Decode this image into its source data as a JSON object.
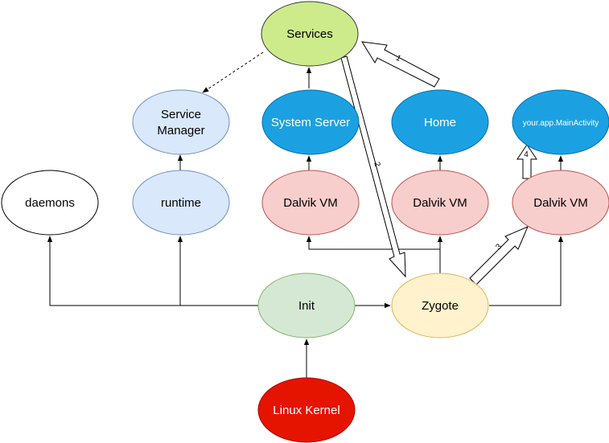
{
  "nodes": {
    "services": {
      "label": "Services",
      "fill": "#cdeb8b",
      "stroke": "#36393d"
    },
    "service_manager": {
      "label_line1": "Service",
      "label_line2": "Manager",
      "fill": "#dae8fc",
      "stroke": "#6c8ebf"
    },
    "system_server": {
      "label": "System Server",
      "fill": "#1ba1e2",
      "stroke": "#006eaf"
    },
    "home": {
      "label": "Home",
      "fill": "#1ba1e2",
      "stroke": "#006eaf"
    },
    "main_activity": {
      "label": "your.app.MainActivity",
      "fill": "#1ba1e2",
      "stroke": "#006eaf"
    },
    "daemons": {
      "label": "daemons",
      "fill": "#ffffff",
      "stroke": "#000000"
    },
    "runtime": {
      "label": "runtime",
      "fill": "#dae8fc",
      "stroke": "#6c8ebf"
    },
    "dalvik_vm_1": {
      "label": "Dalvik VM",
      "fill": "#f8cecc",
      "stroke": "#b85450"
    },
    "dalvik_vm_2": {
      "label": "Dalvik VM",
      "fill": "#f8cecc",
      "stroke": "#b85450"
    },
    "dalvik_vm_3": {
      "label": "Dalvik VM",
      "fill": "#f8cecc",
      "stroke": "#b85450"
    },
    "init": {
      "label": "Init",
      "fill": "#d5e8d4",
      "stroke": "#82b366"
    },
    "zygote": {
      "label": "Zygote",
      "fill": "#fff2cc",
      "stroke": "#d6b656"
    },
    "linux_kernel": {
      "label": "Linux Kernel",
      "fill": "#e51400",
      "stroke": "#b20000"
    }
  },
  "step_labels": {
    "step1": "1",
    "step2": "2",
    "step3": "3",
    "step4": "4"
  }
}
